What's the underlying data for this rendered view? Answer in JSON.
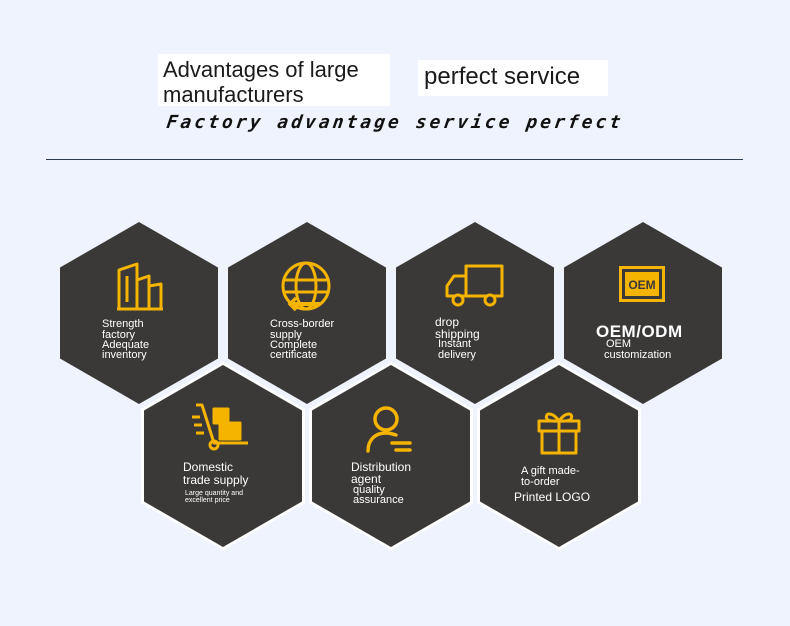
{
  "header": {
    "title_left_line1": "Advantages of large",
    "title_left_line2": "manufacturers",
    "title_right": "perfect service",
    "slogan": "Factory advantage service perfect"
  },
  "cards": [
    {
      "lines": [
        "Strength",
        "factory",
        "Adequate",
        "inventory"
      ],
      "icon": "factory-building-icon"
    },
    {
      "lines": [
        "Cross-border",
        "supply",
        "Complete",
        "certificate"
      ],
      "icon": "globe-exchange-icon"
    },
    {
      "lines": [
        "drop",
        "shipping",
        "Instant",
        "delivery"
      ],
      "icon": "delivery-truck-icon"
    },
    {
      "title": "OEM/ODM",
      "lines": [
        "OEM",
        "customization"
      ],
      "icon_text": "OEM",
      "icon": "oem-badge-icon"
    },
    {
      "lines": [
        "Domestic",
        "trade supply"
      ],
      "small_lines": [
        "Large quantity and",
        "excellent price"
      ],
      "icon": "hand-truck-icon"
    },
    {
      "lines": [
        "Distribution",
        "agent",
        "quality",
        "assurance"
      ],
      "icon": "agent-person-icon"
    },
    {
      "lines": [
        "A gift made-",
        "to-order",
        "Printed LOGO"
      ],
      "icon": "gift-box-icon"
    }
  ],
  "colors": {
    "accent": "#f5b400",
    "hex_fill": "#3a3937",
    "background": "#eef3fd",
    "divider": "#2b3a55"
  }
}
